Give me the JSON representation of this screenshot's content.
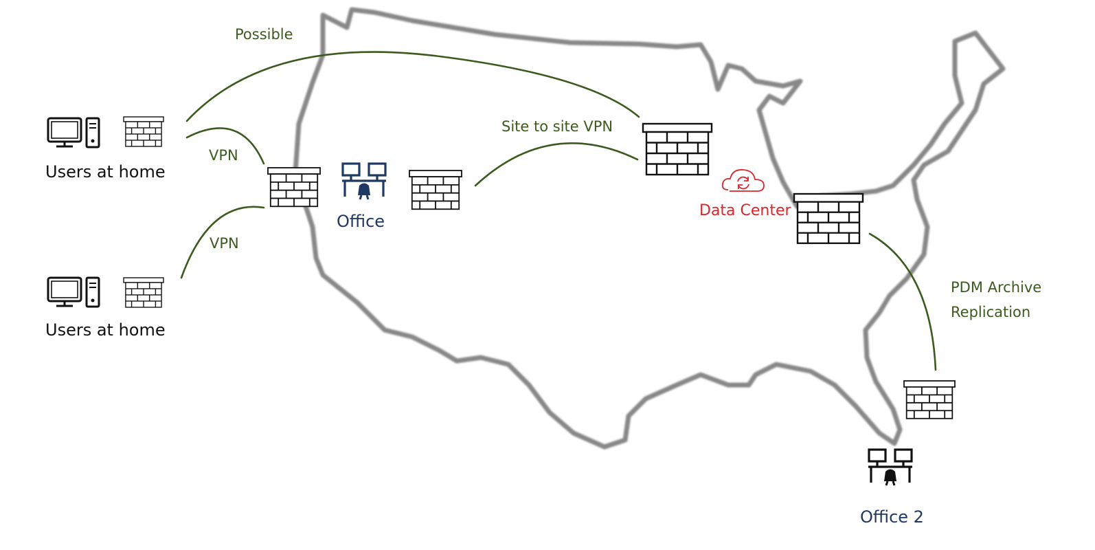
{
  "nodes": {
    "home_users_1": "Users at home",
    "home_users_2": "Users at home",
    "office": "Office",
    "data_center": "Data Center",
    "office_2": "Office 2"
  },
  "links": {
    "possible": "Possible",
    "vpn_1": "VPN",
    "vpn_2": "VPN",
    "site_to_site": "Site to site VPN",
    "replication_line1": "PDM Archive",
    "replication_line2": "Replication"
  },
  "colors": {
    "map_outline": "#888888",
    "link_line": "#3d5a1e",
    "office": "#1f3864",
    "data_center": "#d9262b",
    "icon": "#111111"
  },
  "icons": [
    "desktop-computer-icon",
    "firewall-icon",
    "workstation-desks-icon",
    "cloud-sync-icon"
  ]
}
